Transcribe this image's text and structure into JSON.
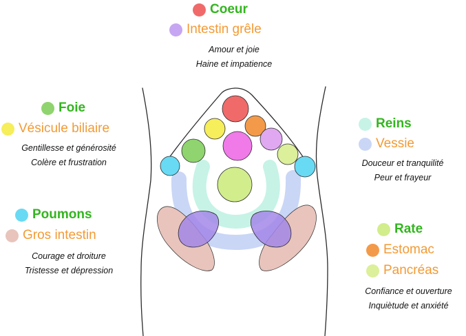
{
  "colors": {
    "yang_text": "#33b51f",
    "yin_text": "#f39a34",
    "outline": "#2a2a2a"
  },
  "groups": {
    "coeur": {
      "main": {
        "label": "Coeur",
        "color": "#f06a6a"
      },
      "sub": {
        "label": "Intestin grêle",
        "color": "#c6a6f2"
      },
      "emotions": [
        "Amour et joie",
        "Haine et impatience"
      ]
    },
    "foie": {
      "main": {
        "label": "Foie",
        "color": "#8fd46e"
      },
      "sub": {
        "label": "Vésicule biliaire",
        "color": "#f6ee5a"
      },
      "emotions": [
        "Gentillesse et générosité",
        "Colère et frustration"
      ]
    },
    "reins": {
      "main": {
        "label": "Reins",
        "color": "#c6f3e6"
      },
      "sub": {
        "label": "Vessie",
        "color": "#c9d6f6"
      },
      "emotions": [
        "Douceur et tranquilité",
        "Peur et frayeur"
      ]
    },
    "poumons": {
      "main": {
        "label": "Poumons",
        "color": "#68daf4"
      },
      "sub": {
        "label": "Gros intestin",
        "color": "#e8c4bc"
      },
      "emotions": [
        "Courage et  droiture",
        "Tristesse et dépression"
      ]
    },
    "rate": {
      "main": {
        "label": "Rate",
        "color": "#d2ed8c"
      },
      "subs": [
        {
          "label": "Estomac",
          "color": "#f39a4a"
        },
        {
          "label": "Pancréas",
          "color": "#dcef9a"
        }
      ],
      "emotions": [
        "Confiance et ouverture",
        "Inquiètude et anxiété"
      ]
    }
  }
}
